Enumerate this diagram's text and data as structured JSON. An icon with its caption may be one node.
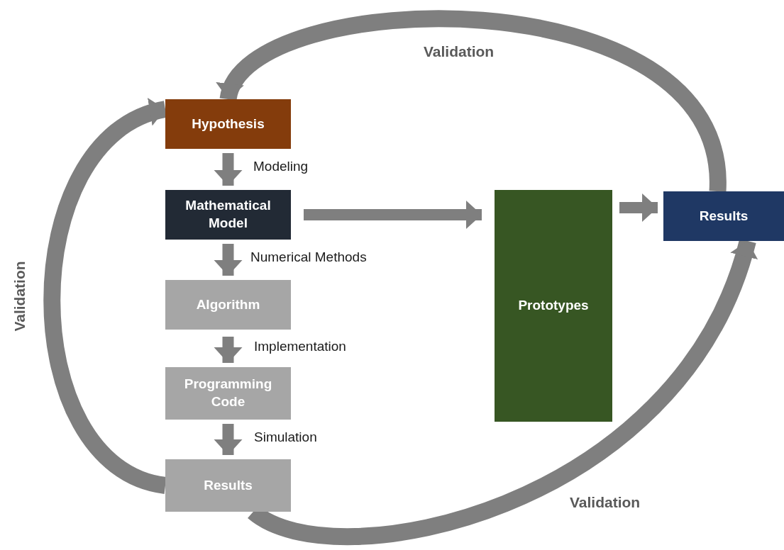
{
  "diagram": {
    "nodes": [
      {
        "text": [
          "Hypothesis"
        ]
      },
      {
        "text": [
          "Mathematical Model"
        ]
      },
      {
        "text": [
          "Algorithm"
        ]
      },
      {
        "text": [
          "Programming Code"
        ]
      },
      {
        "text": [
          "Results"
        ]
      },
      {
        "text": [
          "Prototypes"
        ]
      },
      {
        "text": [
          "Results"
        ]
      }
    ],
    "edges": [
      {
        "from": 0,
        "to": 1,
        "arrow": "to",
        "label": "Modeling"
      },
      {
        "from": 1,
        "to": 2,
        "arrow": "to",
        "label": "Numerical Methods"
      },
      {
        "from": 2,
        "to": 3,
        "arrow": "to",
        "label": "Implementation"
      },
      {
        "from": 3,
        "to": 4,
        "arrow": "to",
        "label": "Simulation"
      },
      {
        "from": 1,
        "to": 5,
        "arrow": "to"
      },
      {
        "from": 5,
        "to": 6,
        "arrow": "to"
      },
      {
        "from": 4,
        "to": 0,
        "arrow": "to",
        "label": "Validation"
      },
      {
        "from": 6,
        "to": 0,
        "arrow": "to",
        "label": "Validation"
      },
      {
        "from": 4,
        "to": 6,
        "arrow": "to",
        "label": "Validation"
      }
    ]
  }
}
